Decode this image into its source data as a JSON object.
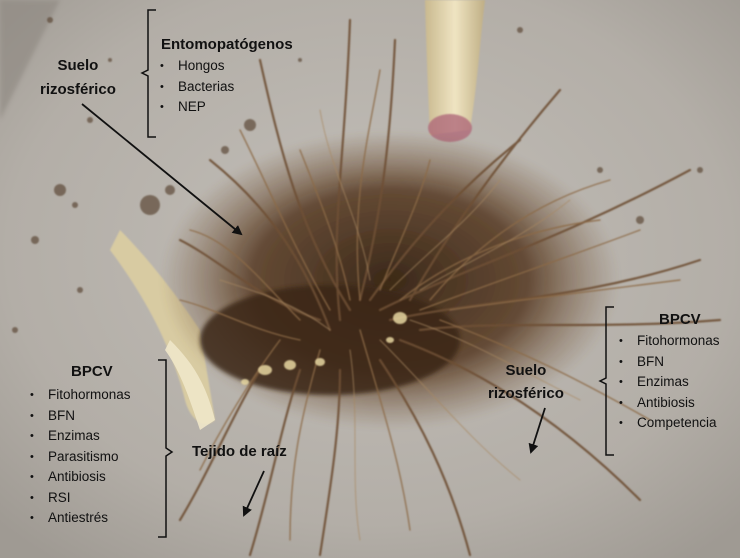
{
  "labels": {
    "suelo_top": [
      "Suelo",
      "rizosférico"
    ],
    "entomo_title": "Entomopatógenos",
    "entomo_items": [
      "Hongos",
      "Bacterias",
      "NEP"
    ],
    "bpcv_left_title": "BPCV",
    "bpcv_left_items": [
      "Fitohormonas",
      "BFN",
      "Enzimas",
      "Parasitismo",
      "Antibiosis",
      "RSI",
      "Antiestrés"
    ],
    "tejido": "Tejido de raíz",
    "suelo_right": [
      "Suelo",
      "rizosférico"
    ],
    "bpcv_right_title": "BPCV",
    "bpcv_right_items": [
      "Fitohormonas",
      "BFN",
      "Enzimas",
      "Antibiosis",
      "Competencia"
    ]
  },
  "bullet": "•",
  "colors": {
    "background_soil": "#b9b4ad",
    "root_dark": "#4a3422",
    "root_light": "#8f6a45",
    "stem": "#d9c9a0",
    "text": "#111111"
  }
}
